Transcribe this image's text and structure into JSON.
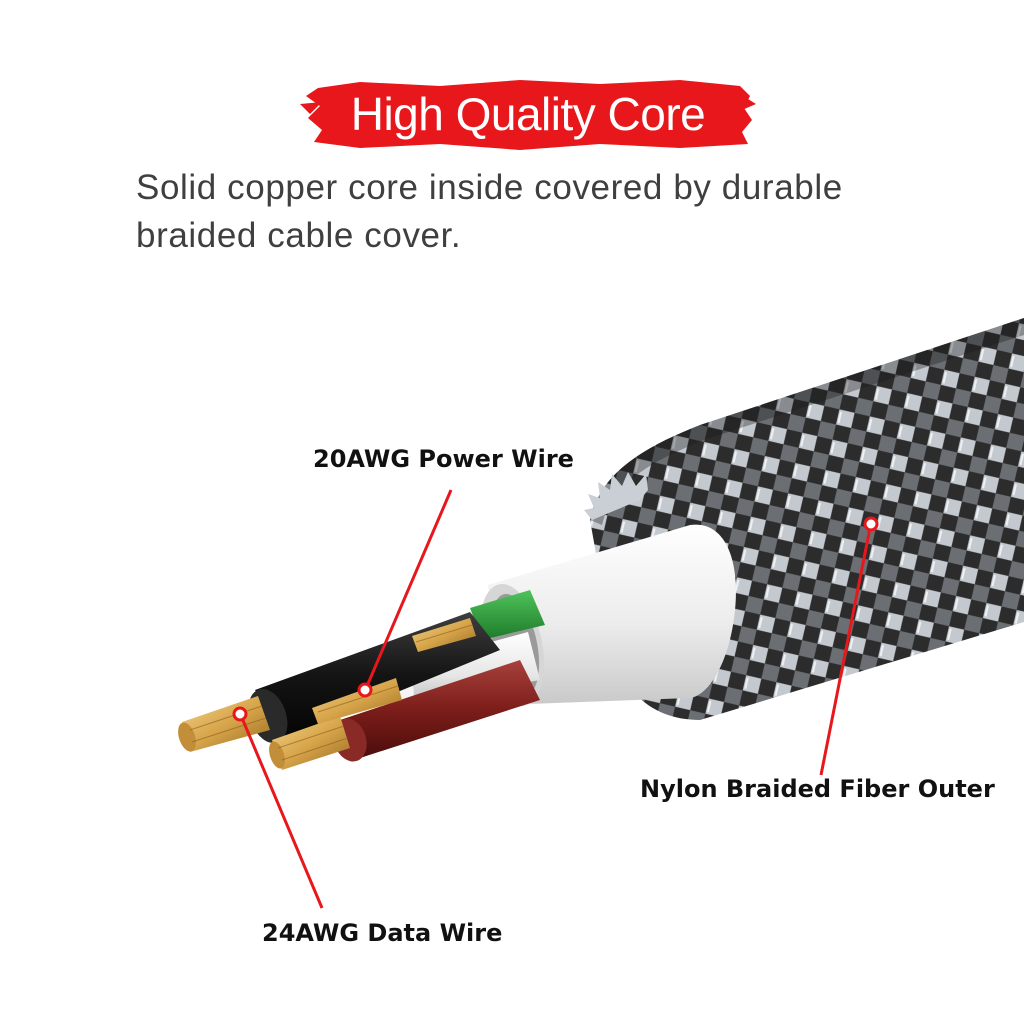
{
  "heading": {
    "title": "High Quality Core",
    "banner_color": "#e8171c"
  },
  "description": {
    "line1": "Solid copper core inside covered by durable",
    "line2": "braided cable cover."
  },
  "callouts": {
    "power_wire": "20AWG Power Wire",
    "data_wire": "24AWG Data Wire",
    "outer": "Nylon Braided Fiber Outer",
    "pointer_color": "#e8171c"
  },
  "colors": {
    "text": "#3f3f3f",
    "copper": "#d7a54a",
    "braid_dark": "#2c2c2c",
    "braid_light": "#b5bcc4",
    "sheath": "#eeeeee"
  }
}
